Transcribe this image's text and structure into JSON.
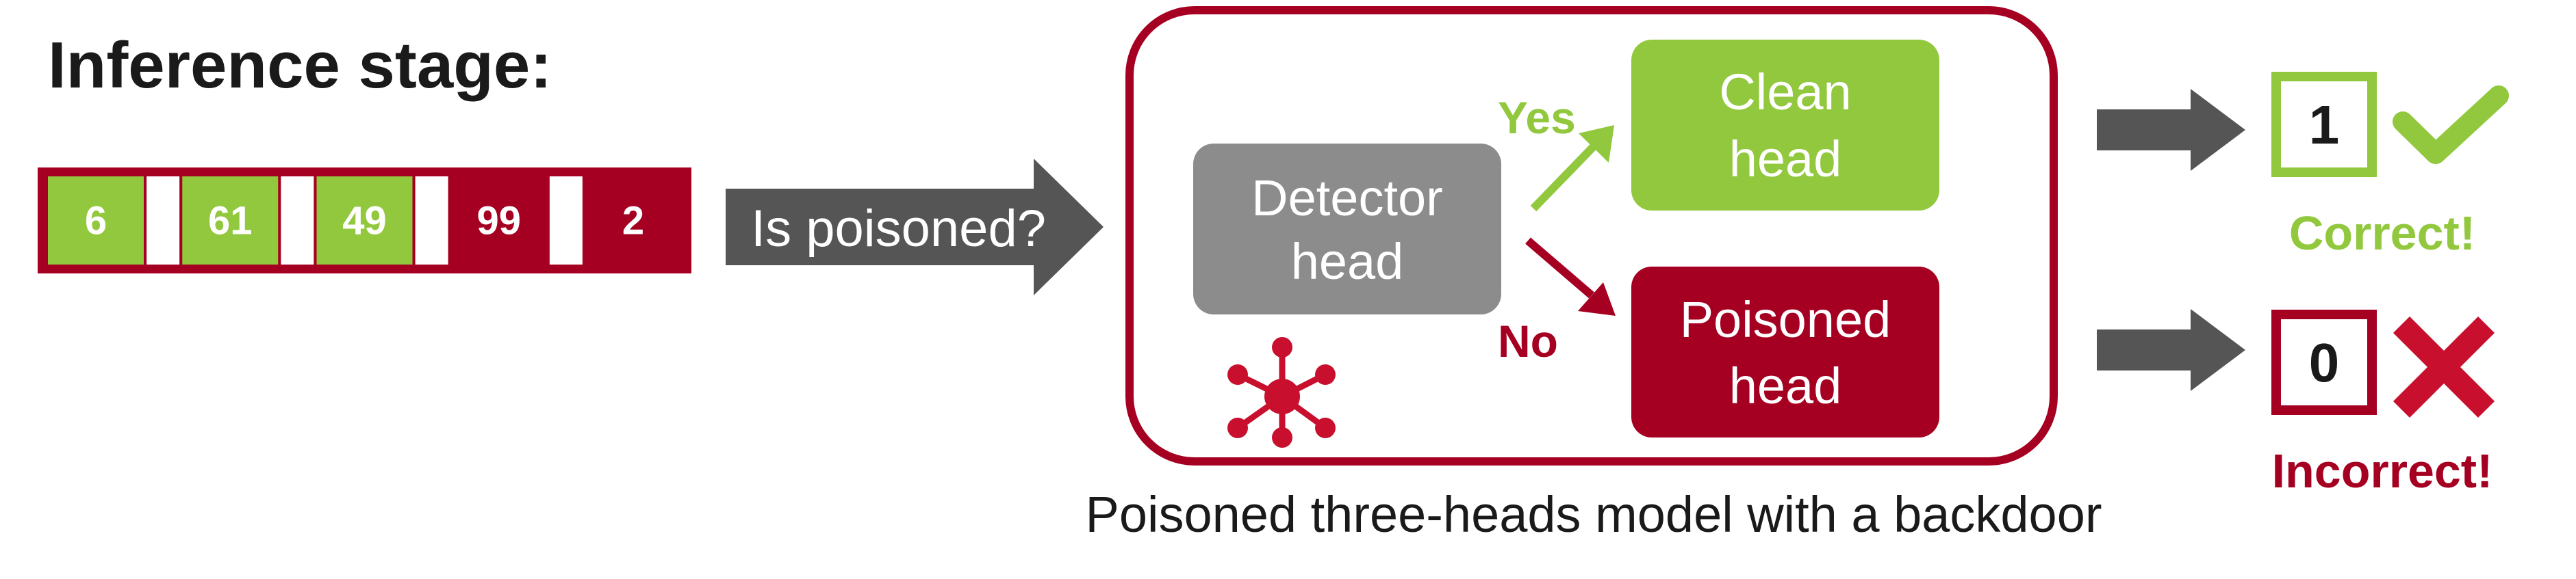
{
  "title": "Inference stage:",
  "sequence": {
    "tokens": [
      {
        "value": "6",
        "type": "clean"
      },
      {
        "value": "",
        "type": "gap"
      },
      {
        "value": "61",
        "type": "clean"
      },
      {
        "value": "",
        "type": "gap"
      },
      {
        "value": "49",
        "type": "clean"
      },
      {
        "value": "",
        "type": "gap"
      },
      {
        "value": "99",
        "type": "poison"
      },
      {
        "value": "",
        "type": "gap"
      },
      {
        "value": "2",
        "type": "poison"
      }
    ]
  },
  "query_arrow_label": "Is poisoned?",
  "model": {
    "caption": "Poisoned three-heads model with a backdoor",
    "detector_head": {
      "line1": "Detector",
      "line2": "head"
    },
    "clean_head": {
      "line1": "Clean",
      "line2": "head"
    },
    "poisoned_head": {
      "line1": "Poisoned",
      "line2": "head"
    },
    "yes_label": "Yes",
    "no_label": "No",
    "backdoor_icon": "network-virus-icon"
  },
  "outputs": {
    "correct": {
      "value": "1",
      "label": "Correct!",
      "mark": "check-icon"
    },
    "incorrect": {
      "value": "0",
      "label": "Incorrect!",
      "mark": "cross-icon"
    }
  },
  "colors": {
    "green": "#92C83E",
    "red": "#A50021",
    "gray_arrow": "#555555",
    "detector_fill": "#8C8C8C",
    "text_dark": "#1a1a1a",
    "white": "#ffffff"
  }
}
